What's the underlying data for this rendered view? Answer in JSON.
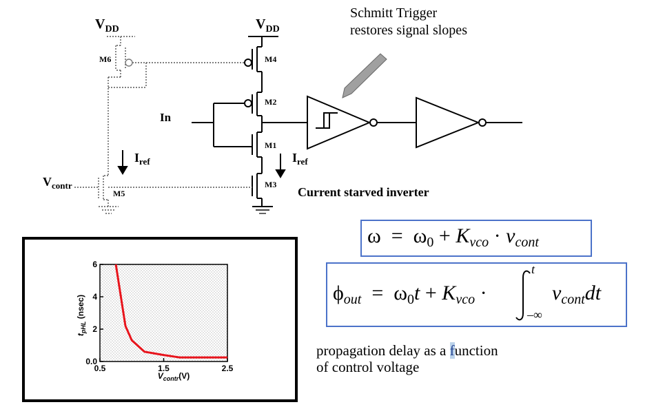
{
  "circuit": {
    "vdd_left": "V",
    "vdd_left_sub": "DD",
    "vdd_right": "V",
    "vdd_right_sub": "DD",
    "m6": "M6",
    "m4": "M4",
    "m2": "M2",
    "m1": "M1",
    "m3": "M3",
    "m5": "M5",
    "in": "In",
    "iref_left": "I",
    "iref_left_sub": "ref",
    "iref_right": "I",
    "iref_right_sub": "ref",
    "vcontr": "V",
    "vcontr_sub": "contr",
    "current_starved": "Current starved inverter"
  },
  "schmitt": {
    "line1": "Schmitt Trigger",
    "line2": "restores signal slopes"
  },
  "equations": {
    "omega": {
      "lhs": "ω",
      "eq": "=",
      "w0": "ω",
      "w0_sub": "0",
      "plus": "+",
      "k": "K",
      "k_sub": "vco",
      "dot": "·",
      "v": "v",
      "v_sub": "cont"
    },
    "phi": {
      "lhs": "ϕ",
      "lhs_sub": "out",
      "eq": "=",
      "w0": "ω",
      "w0_sub": "0",
      "t": "t",
      "plus": "+",
      "k": "K",
      "k_sub": "vco",
      "dot": "·",
      "int_upper": "t",
      "int_lower": "–∞",
      "v": "v",
      "v_sub": "cont",
      "dt": "dt"
    }
  },
  "caption": {
    "line1_a": "propagation delay as a ",
    "line1_hl": "f",
    "line1_b": "unction",
    "line2": "of control voltage"
  },
  "colors": {
    "curve": "#e8141c",
    "eq_border": "#4b72c9",
    "highlight": "#bcd3ea"
  },
  "chart_data": {
    "type": "line",
    "title": "",
    "xlabel": "V",
    "xlabel_sub": "contr",
    "xlabel_unit": "(V)",
    "ylabel": "t",
    "ylabel_sub": "pHL",
    "ylabel_unit": "(nsec)",
    "xlim": [
      0.5,
      2.5
    ],
    "ylim": [
      0,
      6
    ],
    "xticks": [
      0.5,
      1.5,
      2.5
    ],
    "xtick_labels": [
      "0.5",
      "1.5",
      "2.5"
    ],
    "yticks": [
      0,
      2,
      4,
      6
    ],
    "ytick_labels": [
      "0.0",
      "2",
      "4",
      "6"
    ],
    "series": [
      {
        "x": [
          0.75,
          0.9,
          1.0,
          1.2,
          1.5,
          1.75,
          2.0,
          2.25,
          2.5
        ],
        "y": [
          6.0,
          2.2,
          1.3,
          0.6,
          0.4,
          0.25,
          0.25,
          0.25,
          0.25
        ]
      }
    ]
  }
}
